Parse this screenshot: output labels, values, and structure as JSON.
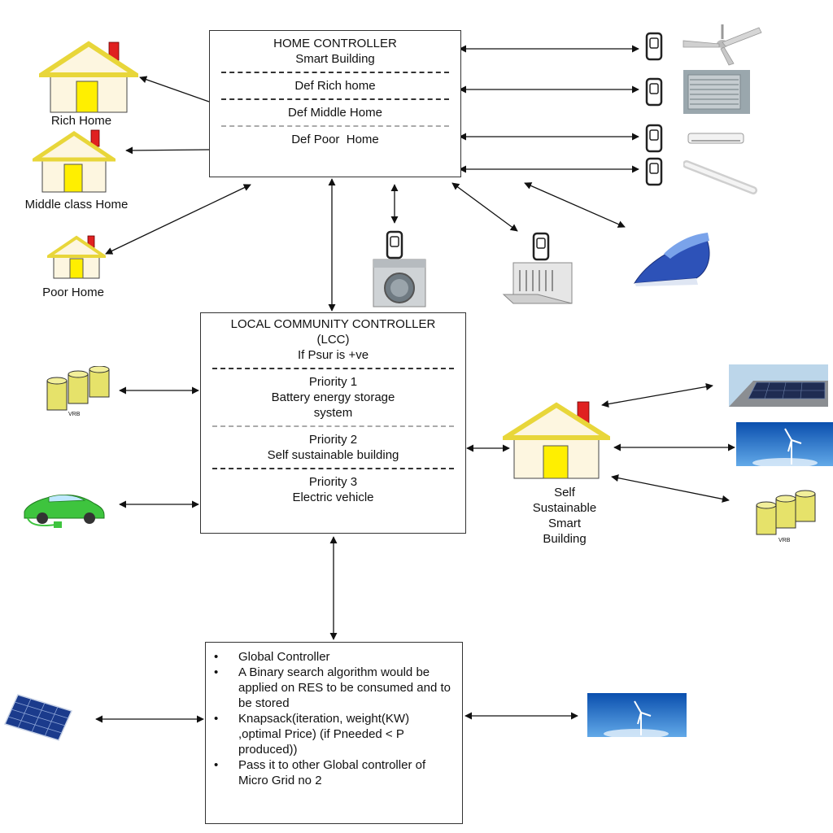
{
  "home_controller": {
    "lines": [
      "HOME CONTROLLER",
      "Smart Building",
      "Def Rich home",
      "Def Middle Home",
      "Def Poor  Home"
    ]
  },
  "lcc": {
    "lines": [
      "LOCAL COMMUNITY CONTROLLER",
      "(LCC)",
      "If Psur is +ve",
      "Priority 1",
      "Battery energy storage",
      "system",
      "Priority 2",
      "Self sustainable building",
      "Priority 3",
      "Electric vehicle"
    ]
  },
  "global_controller": {
    "bullets": [
      "Global  Controller",
      "A Binary search algorithm would be applied on RES to be consumed and to be stored",
      "Knapsack(iteration, weight(KW) ,optimal Price) (if Pneeded < P produced))",
      "Pass it to other Global controller of Micro Grid no 2"
    ]
  },
  "homes": {
    "rich": "Rich Home",
    "middle": "Middle class Home",
    "poor": "Poor Home"
  },
  "self_sustainable": [
    "Self",
    "Sustainable",
    "Smart",
    "Building"
  ],
  "battery_label": "VRB",
  "colors": {
    "house_wall": "#fdf6e0",
    "house_roof": "#f5e94a",
    "house_door": "#ffef00",
    "chimney": "#e02020",
    "battery": "#e6e26a",
    "car": "#3ec43e"
  }
}
